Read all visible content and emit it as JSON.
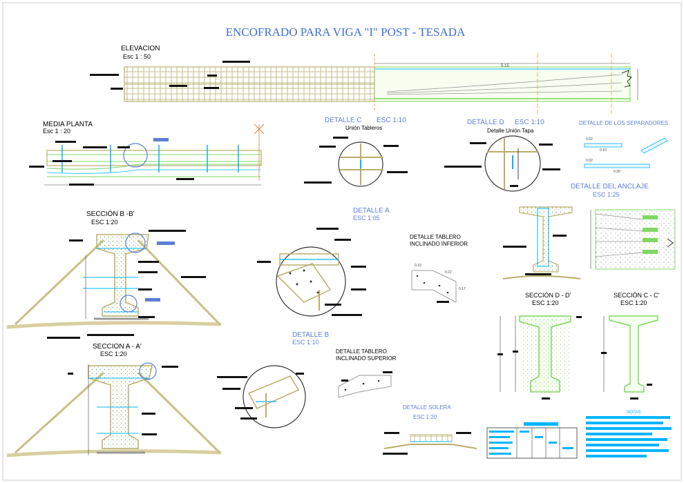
{
  "title": "ENCOFRADO PARA VIGA \"I\" POST - TESADA",
  "views": {
    "elevacion": {
      "name": "ELEVACION",
      "scale": "Esc 1 : 50",
      "dim": "5.15"
    },
    "media_planta": {
      "name": "MEDIA PLANTA",
      "scale": "Esc 1 : 20"
    },
    "detalle_c": {
      "name": "DETALLE C",
      "scale": "ESC 1:10",
      "sub": "Unión Tableros"
    },
    "detalle_d": {
      "name": "DETALLE D",
      "scale": "ESC 1:10",
      "sub": "Detalle Unión Tapa"
    },
    "separadores": {
      "name": "DETALLE DE LOS SEPARADORES",
      "dims": [
        "0.02",
        "0.10",
        "0.02",
        "0.30"
      ]
    },
    "anclaje": {
      "name": "DETALLE DEL ANCLAJE",
      "scale": "ESC 1:25"
    },
    "seccion_bb": {
      "name": "SECCIÓN B -B'",
      "scale": "ESC 1:20"
    },
    "detalle_a": {
      "name": "DETALLE A",
      "scale": "ESC 1:05"
    },
    "tablero_inf": {
      "name": "DETALLE TABLERO",
      "name2": "INCLINADO INFERIOR",
      "dims": [
        "0.10",
        "0.22",
        "0.17"
      ]
    },
    "seccion_dd": {
      "name": "SECCIÓN D - D'",
      "scale": "ESC 1:20"
    },
    "seccion_cc": {
      "name": "SECCIÓN C - C'",
      "scale": "ESC 1:20"
    },
    "seccion_aa": {
      "name": "SECCION A - A'",
      "scale": "ESC 1:20"
    },
    "detalle_b": {
      "name": "DETALLE B",
      "scale": "ESC 1:10"
    },
    "tablero_sup": {
      "name": "DETALLE TABLERO",
      "name2": "INCLINADO SUPERIOR"
    },
    "solera": {
      "name": "DETALLE SOLERA",
      "scale": "ESC 1:20"
    },
    "notas": {
      "name": "NOTAS:"
    }
  },
  "colors": {
    "title": "#3a6fd8",
    "blue_label": "#5b7fd6",
    "wood": "#c8bf86",
    "green": "#7fd860",
    "cyan": "#00b4ff",
    "gray": "#9a9a9a",
    "ground": "#d8cfa0"
  }
}
